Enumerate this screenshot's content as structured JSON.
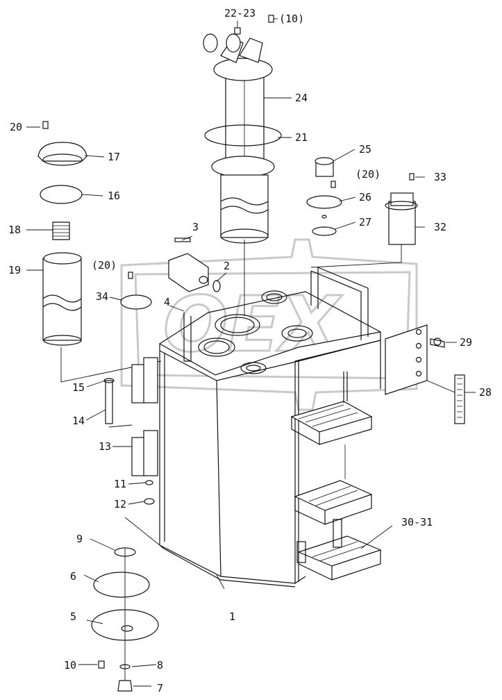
{
  "diagram": {
    "watermark_text": "OEX",
    "callouts": [
      {
        "id": "c-1",
        "text": "1"
      },
      {
        "id": "c-2",
        "text": "2"
      },
      {
        "id": "c-3",
        "text": "3"
      },
      {
        "id": "c-4",
        "text": "4"
      },
      {
        "id": "c-5",
        "text": "5"
      },
      {
        "id": "c-6",
        "text": "6"
      },
      {
        "id": "c-7",
        "text": "7"
      },
      {
        "id": "c-8",
        "text": "8"
      },
      {
        "id": "c-9",
        "text": "9"
      },
      {
        "id": "c-10",
        "text": "10"
      },
      {
        "id": "c-10b",
        "text": "(10)"
      },
      {
        "id": "c-11",
        "text": "11"
      },
      {
        "id": "c-12",
        "text": "12"
      },
      {
        "id": "c-13",
        "text": "13"
      },
      {
        "id": "c-14",
        "text": "14"
      },
      {
        "id": "c-15",
        "text": "15"
      },
      {
        "id": "c-16",
        "text": "16"
      },
      {
        "id": "c-17",
        "text": "17"
      },
      {
        "id": "c-18",
        "text": "18"
      },
      {
        "id": "c-19",
        "text": "19"
      },
      {
        "id": "c-20",
        "text": "20"
      },
      {
        "id": "c-20b",
        "text": "(20)"
      },
      {
        "id": "c-20c",
        "text": "(20)"
      },
      {
        "id": "c-21",
        "text": "21"
      },
      {
        "id": "c-22-23",
        "text": "22-23"
      },
      {
        "id": "c-24",
        "text": "24"
      },
      {
        "id": "c-25",
        "text": "25"
      },
      {
        "id": "c-26",
        "text": "26"
      },
      {
        "id": "c-27",
        "text": "27"
      },
      {
        "id": "c-28",
        "text": "28"
      },
      {
        "id": "c-29",
        "text": "29"
      },
      {
        "id": "c-30-31",
        "text": "30-31"
      },
      {
        "id": "c-32",
        "text": "32"
      },
      {
        "id": "c-33",
        "text": "33"
      },
      {
        "id": "c-34",
        "text": "34"
      }
    ]
  }
}
